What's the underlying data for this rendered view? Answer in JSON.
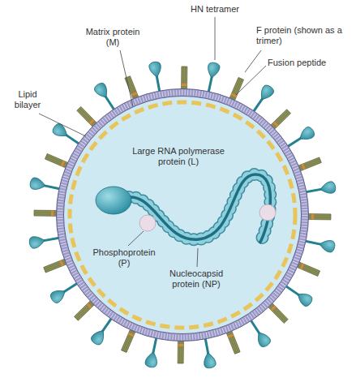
{
  "diagram": {
    "labels": [
      "HN tetramer",
      "Matrix protein (M)",
      "F protein (shown as a trimer)",
      "Fusion peptide",
      "Lipid bilayer",
      "Large RNA polymerase protein (L)",
      "Phosphoprotein (P)",
      "Nucleocapsid protein (NP)"
    ]
  }
}
